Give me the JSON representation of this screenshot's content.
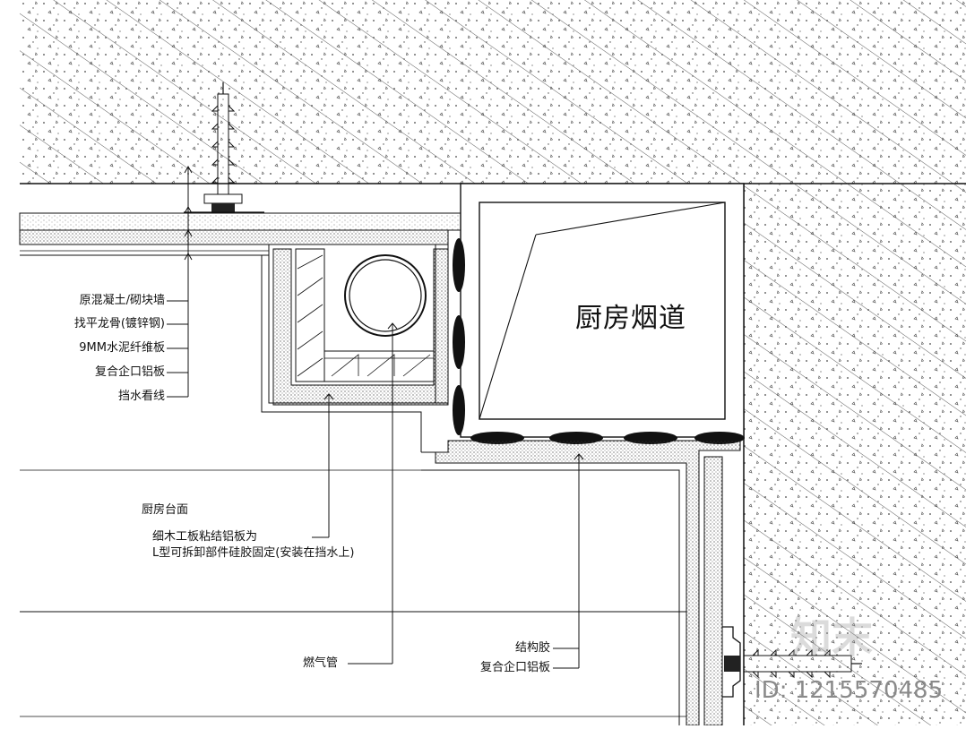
{
  "labels_left": [
    "原混凝土/砌块墙",
    "找平龙骨(镀锌钢)",
    "9MM水泥纤维板",
    "复合企口铝板",
    "挡水看线"
  ],
  "countertop_label": "厨房台面",
  "fixing_note": [
    "细木工板粘结铝板为",
    "L型可拆卸部件硅胶固定(安装在挡水上)"
  ],
  "gas_pipe_label": "燃气管",
  "structural_glue_label": "结构胶",
  "aluminum_panel_label": "复合企口铝板",
  "flue_label": "厨房烟道",
  "watermark_brand": "知末",
  "watermark_id": "ID: 1215570485"
}
